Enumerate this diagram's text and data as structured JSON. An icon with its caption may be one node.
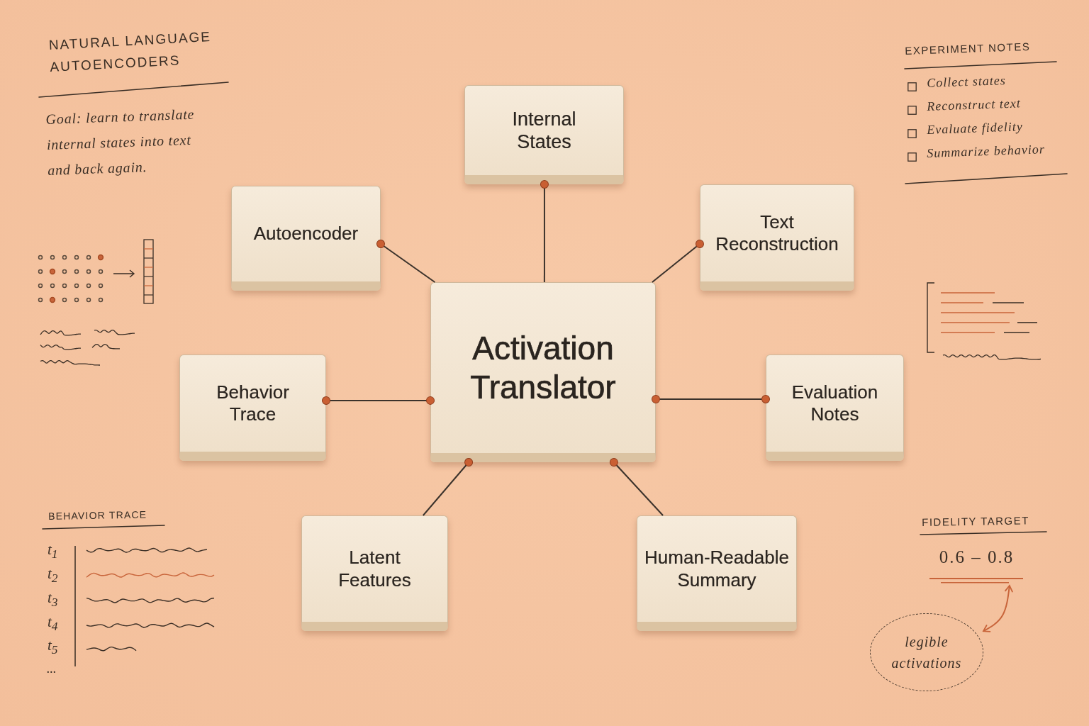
{
  "diagram": {
    "nodes": [
      {
        "text": [
          "Internal States"
        ]
      },
      {
        "text": [
          "Autoencoder"
        ]
      },
      {
        "text": [
          "Text Reconstruction"
        ]
      },
      {
        "text": [
          "Activation Translator"
        ]
      },
      {
        "text": [
          "Behavior Trace"
        ]
      },
      {
        "text": [
          "Evaluation Notes"
        ]
      },
      {
        "text": [
          "Latent Features"
        ]
      },
      {
        "text": [
          "Human-Readable Summary"
        ]
      },
      {
        "text": [
          "0.6 – 0.8"
        ]
      },
      {
        "text": [
          "legible activations"
        ]
      }
    ],
    "edges": [
      {
        "from": 0,
        "to": 3,
        "arrow": "other"
      },
      {
        "from": 1,
        "to": 3,
        "arrow": "other"
      },
      {
        "from": 2,
        "to": 3,
        "arrow": "other"
      },
      {
        "from": 4,
        "to": 3,
        "arrow": "other"
      },
      {
        "from": 5,
        "to": 3,
        "arrow": "other"
      },
      {
        "from": 3,
        "to": 6,
        "arrow": "other"
      },
      {
        "from": 3,
        "to": 7,
        "arrow": "other"
      },
      {
        "from": 9,
        "to": 8,
        "arrow": "both",
        "color": "#c8643a"
      }
    ],
    "labels": [
      "NATURAL LANGUAGE AUTOENCODERS",
      "Goal: learn to translate internal states into text and back again.",
      "EXPERIMENT NOTES",
      "Collect states",
      "Reconstruct text",
      "Evaluate fidelity",
      "Summarize behavior",
      "BEHAVIOR TRACE",
      "t$_{1}$",
      "t$_{2}$",
      "t$_{3}$",
      "t$_{4}$",
      "t$_{5}$",
      "...",
      "FIDELITY TARGET"
    ]
  }
}
